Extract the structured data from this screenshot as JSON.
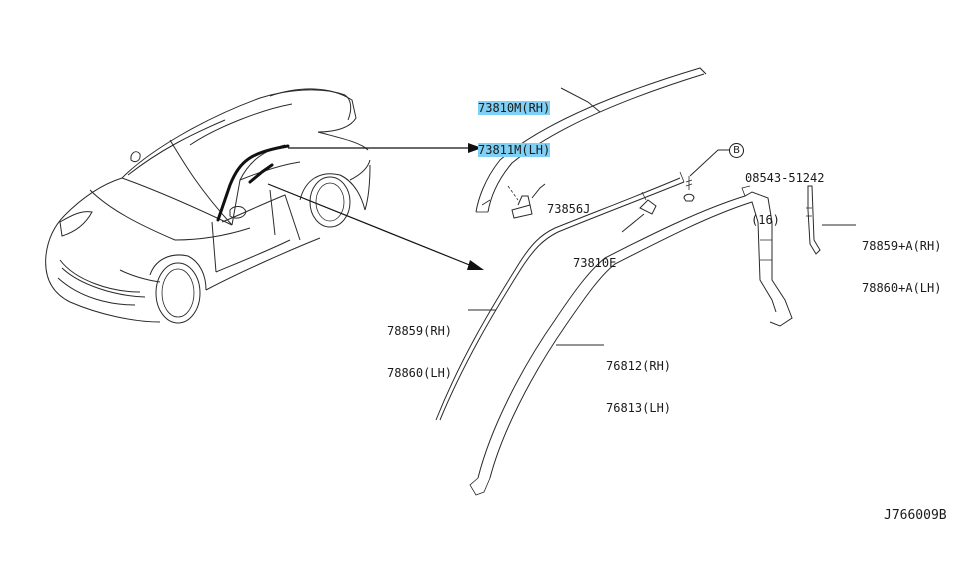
{
  "callouts": [
    {
      "id": "roof-molding",
      "lines": [
        "73810M(RH)",
        "73811M(LH)"
      ],
      "highlighted": true
    },
    {
      "id": "clip",
      "lines": [
        "73856J"
      ]
    },
    {
      "id": "end-cap",
      "lines": [
        "73810E"
      ]
    },
    {
      "id": "screw",
      "symbol": "B",
      "lines": [
        "08543-51242",
        "(16)"
      ]
    },
    {
      "id": "seal-a",
      "lines": [
        "78859+A(RH)",
        "78860+A(LH)"
      ]
    },
    {
      "id": "weatherstrip",
      "lines": [
        "78859(RH)",
        "78860(LH)"
      ]
    },
    {
      "id": "door-molding",
      "lines": [
        "76812(RH)",
        "76813(LH)"
      ]
    }
  ],
  "reference_code": "J766009B",
  "colors": {
    "highlight": "#7fd0f5",
    "ink": "#1a1a1a"
  }
}
